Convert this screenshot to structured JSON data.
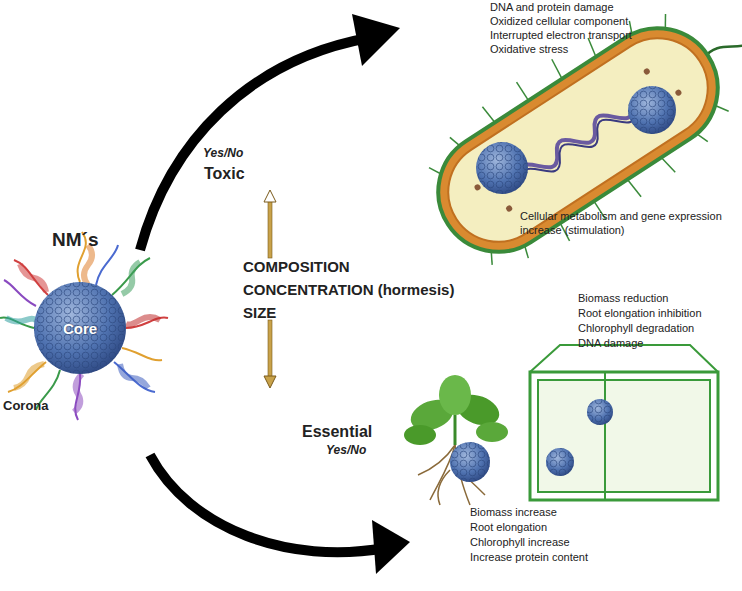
{
  "diagram": {
    "nodes": [
      {
        "text": [
          "Core"
        ]
      }
    ],
    "labels": [
      "DNA and protein damage",
      "Oxidized cellular component",
      "Interrupted electron transport",
      "Oxidative stress",
      "Yes/No",
      "Toxic",
      "NM´s",
      "COMPOSITION",
      "CONCENTRATION (hormesis)",
      "SIZE",
      "Cellular metabolism and gene expression increase (stimulation)",
      "Biomass reduction",
      "Root elongation inhibition",
      "Chlorophyll degradation",
      "DNA damage",
      "Essential",
      "Yes/No",
      "Corona",
      "Biomass increase",
      "Root elongation",
      "Chlorophyll increase",
      "Increase protein content"
    ]
  }
}
